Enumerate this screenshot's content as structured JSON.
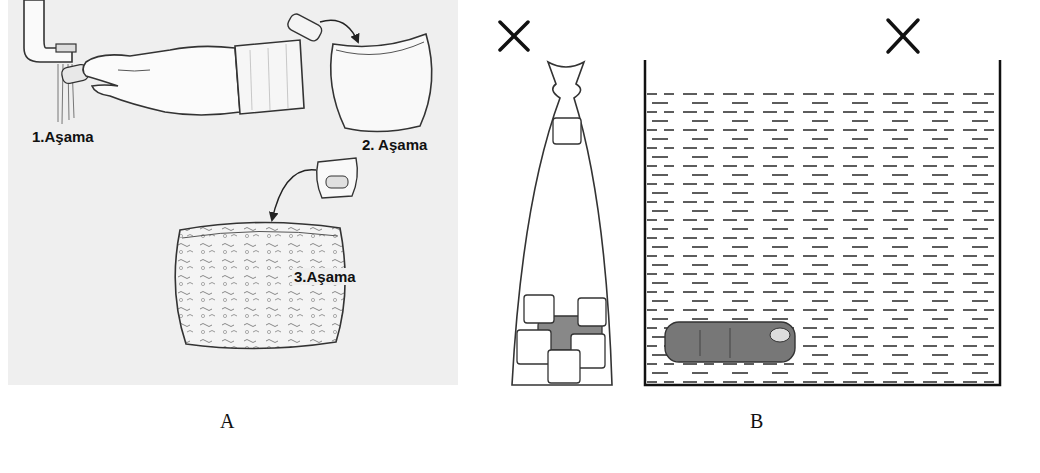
{
  "diagram": {
    "labels": [
      "1.Aşama",
      "2. Aşama",
      "3.Aşama",
      "A",
      "B"
    ]
  }
}
